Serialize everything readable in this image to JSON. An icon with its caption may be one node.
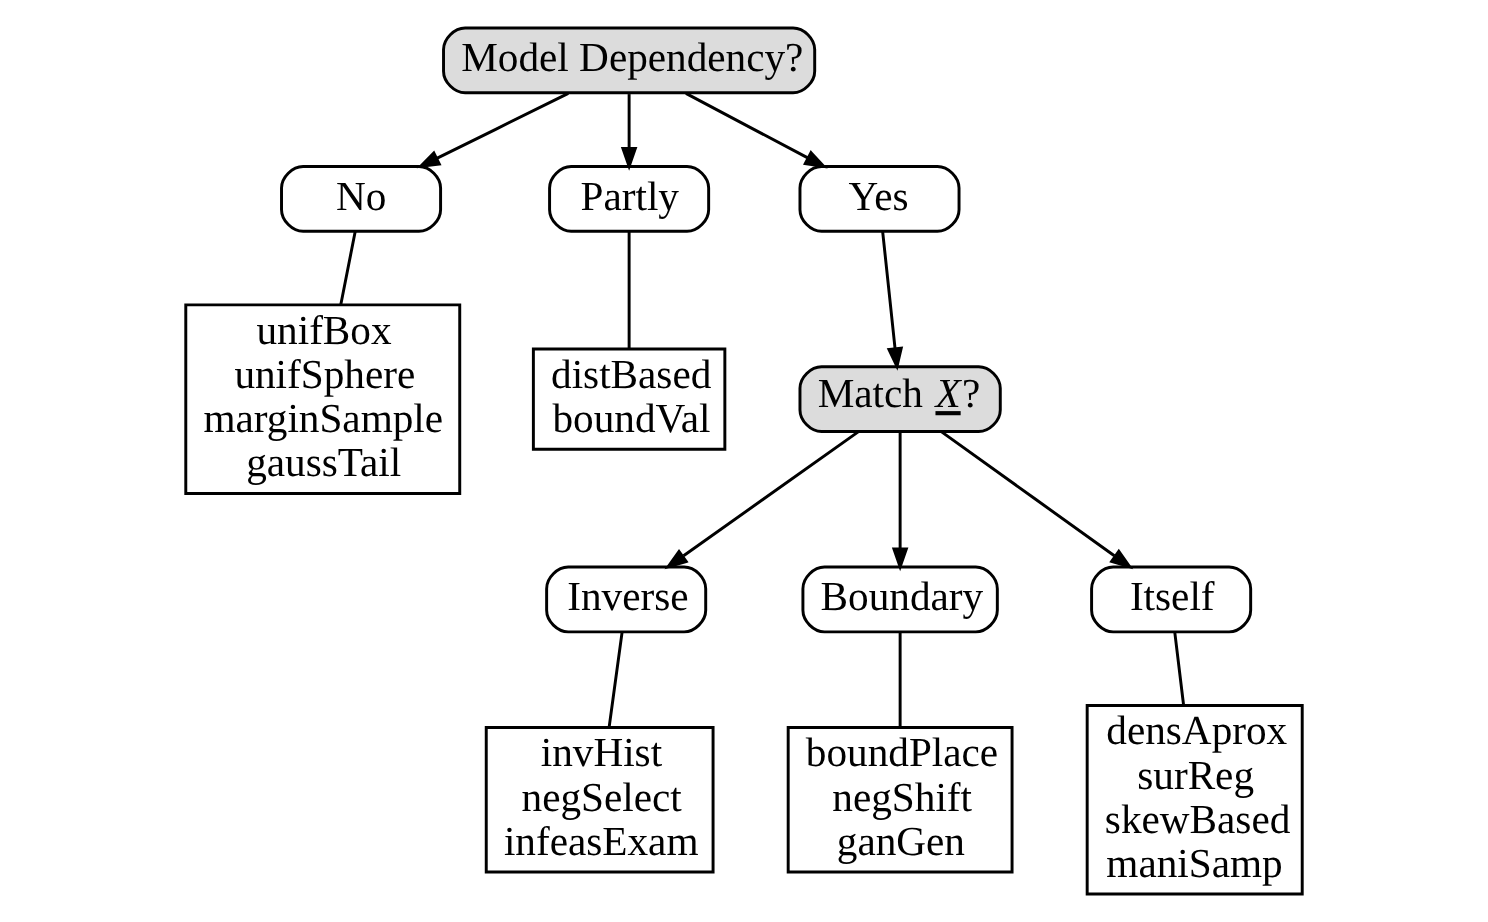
{
  "diagram": {
    "nodes": [
      {
        "text": [
          "Model Dependency?"
        ]
      },
      {
        "text": [
          "No"
        ]
      },
      {
        "text": [
          "unifBox",
          "unifSphere",
          "marginSample",
          "gaussTail"
        ]
      },
      {
        "text": [
          "Partly"
        ]
      },
      {
        "text": [
          "distBased",
          "boundVal"
        ]
      },
      {
        "text": [
          "Yes"
        ]
      },
      {
        "text": [
          "Match *X*?"
        ]
      },
      {
        "text": [
          "Inverse"
        ]
      },
      {
        "text": [
          "invHist",
          "negSelect",
          "infeasExam"
        ]
      },
      {
        "text": [
          "Boundary"
        ]
      },
      {
        "text": [
          "boundPlace",
          "negShift",
          "ganGen"
        ]
      },
      {
        "text": [
          "Itself"
        ]
      },
      {
        "text": [
          "densAprox",
          "surReg",
          "skewBased",
          "maniSamp"
        ]
      }
    ],
    "edges": [
      {
        "from": 0,
        "to": 1,
        "arrow": "to"
      },
      {
        "from": 0,
        "to": 3,
        "arrow": "to"
      },
      {
        "from": 0,
        "to": 5,
        "arrow": "to"
      },
      {
        "from": 1,
        "to": 2,
        "arrow": "none"
      },
      {
        "from": 3,
        "to": 4,
        "arrow": "none"
      },
      {
        "from": 5,
        "to": 6,
        "arrow": "to"
      },
      {
        "from": 6,
        "to": 7,
        "arrow": "to"
      },
      {
        "from": 6,
        "to": 9,
        "arrow": "to"
      },
      {
        "from": 6,
        "to": 11,
        "arrow": "to"
      },
      {
        "from": 7,
        "to": 8,
        "arrow": "none"
      },
      {
        "from": 9,
        "to": 10,
        "arrow": "none"
      },
      {
        "from": 11,
        "to": 12,
        "arrow": "none"
      }
    ]
  }
}
